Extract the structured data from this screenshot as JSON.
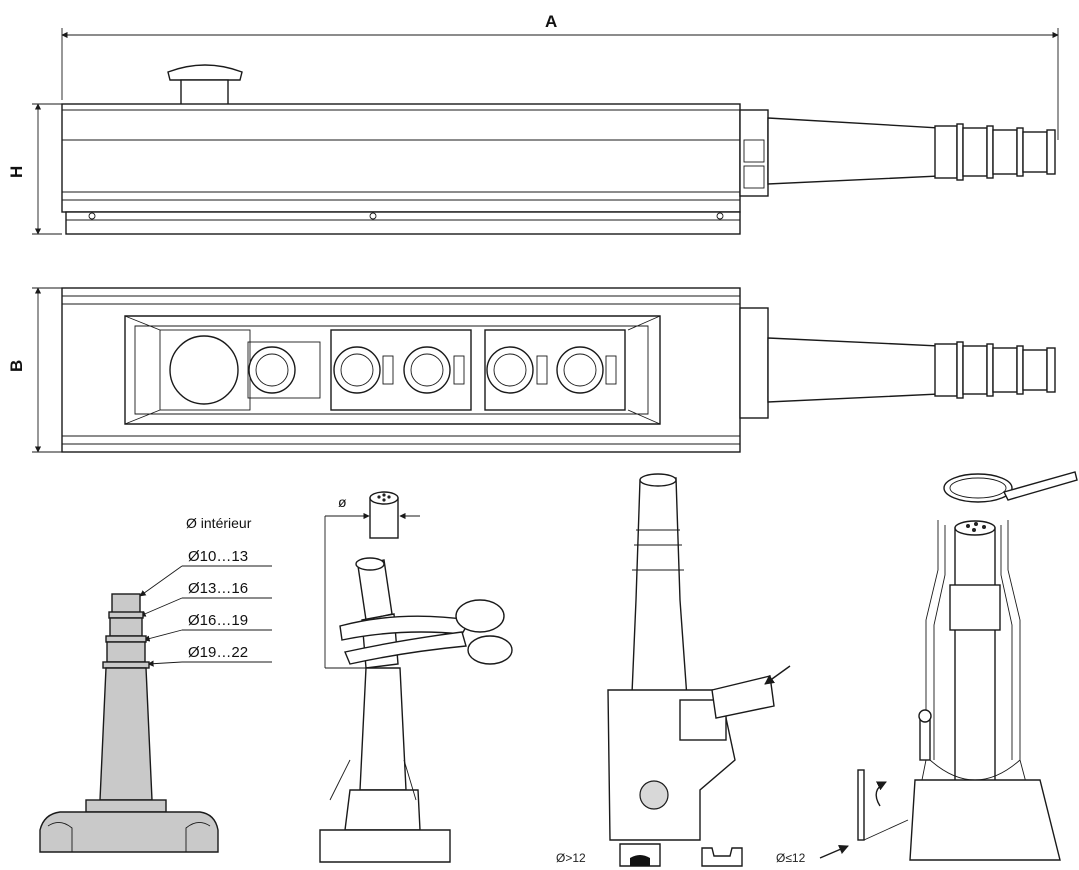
{
  "dimensions": {
    "length_label": "A",
    "height_label": "H",
    "width_label": "B"
  },
  "cable_gland": {
    "title": "Ø intérieur",
    "ranges": [
      "Ø10…13",
      "Ø13…16",
      "Ø16…19",
      "Ø19…22"
    ]
  },
  "cut_step": {
    "diameter_symbol": "ø"
  },
  "clamp_step": {
    "large_cable_label": "Ø>12",
    "small_cable_label": "Ø≤12"
  }
}
